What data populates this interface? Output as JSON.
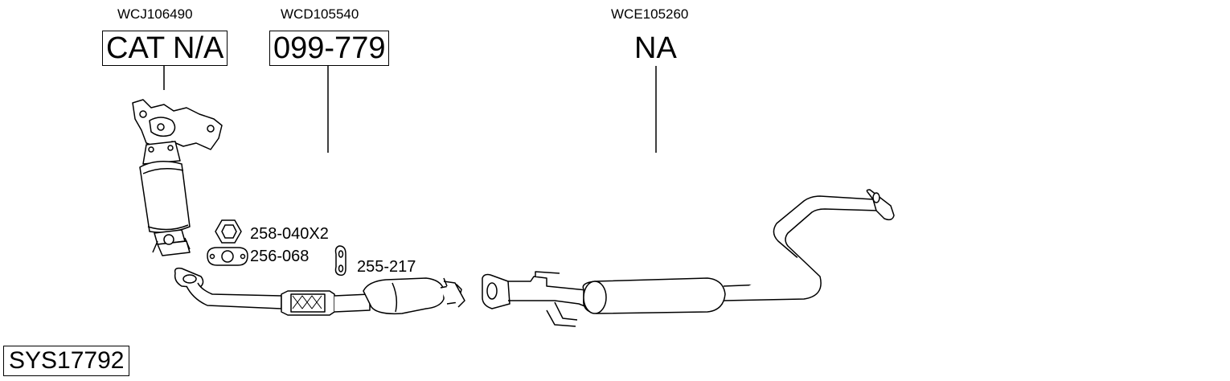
{
  "parts": [
    {
      "code": "WCJ106490",
      "ref": "CAT N/A",
      "boxed": true
    },
    {
      "code": "WCD105540",
      "ref": "099-779",
      "boxed": true
    },
    {
      "code": "WCE105260",
      "ref": "NA",
      "boxed": false
    }
  ],
  "fittings": [
    {
      "ref": "258-040X2",
      "icon": "nut-icon"
    },
    {
      "ref": "256-068",
      "icon": "gasket-icon"
    },
    {
      "ref": "255-217",
      "icon": "rubber-hanger-icon"
    }
  ],
  "system_code": "SYS17792"
}
